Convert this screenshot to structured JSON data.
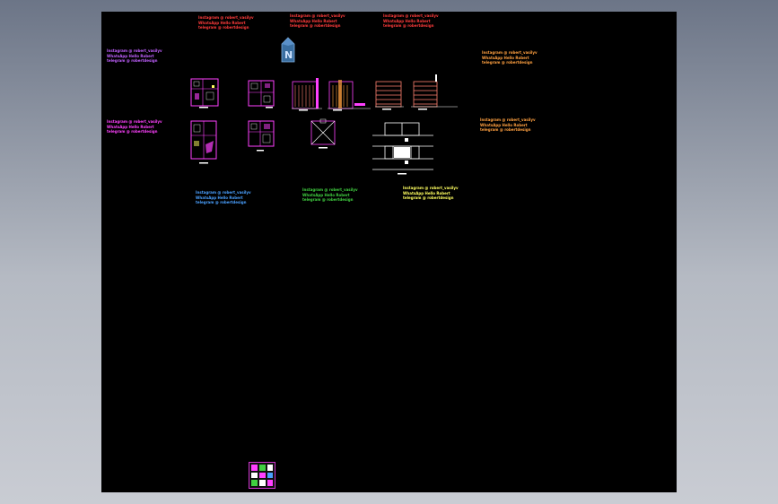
{
  "colors": {
    "background": "#7a8294",
    "canvas": "#000000",
    "red": "#ff3b3b",
    "violet": "#c060ff",
    "magenta": "#ff40ff",
    "orange": "#ffa040",
    "blue": "#4aa0ff",
    "green": "#40d040",
    "yellow": "#ffff60",
    "white": "#ffffff",
    "salmon": "#ff8070"
  },
  "notes": [
    {
      "id": "red-1",
      "color": "red",
      "lines": [
        "Instagram  @ robert_vasilyv",
        "WhatsApp  Hello Robert",
        "telegram  @ robertdesign"
      ]
    },
    {
      "id": "red-2",
      "color": "red",
      "lines": [
        "Instagram  @ robert_vasilyv",
        "WhatsApp  Hello Robert",
        "telegram  @ robertdesign"
      ]
    },
    {
      "id": "red-3",
      "color": "red",
      "lines": [
        "Instagram  @ robert_vasilyv",
        "WhatsApp  Hello Robert",
        "telegram  @ robertdesign"
      ]
    },
    {
      "id": "violet-1",
      "color": "violet",
      "lines": [
        "Instagram  @ robert_vasilyv",
        "WhatsApp  Hello Robert",
        "telegram  @ robertdesign"
      ]
    },
    {
      "id": "orange-1",
      "color": "orange",
      "lines": [
        "Instagram  @ robert_vasilyv",
        "WhatsApp  Hello Robert",
        "telegram  @ robertdesign"
      ]
    },
    {
      "id": "magenta-1",
      "color": "magenta",
      "lines": [
        "Instagram  @ robert_vasilyv",
        "WhatsApp  Hello Robert",
        "telegram  @ robertdesign"
      ]
    },
    {
      "id": "orange-2",
      "color": "orange",
      "lines": [
        "Instagram  @ robert_vasilyv",
        "WhatsApp  Hello Robert",
        "telegram  @ robertdesign"
      ]
    },
    {
      "id": "blue-1",
      "color": "blue",
      "lines": [
        "Instagram  @ robert_vasilyv",
        "WhatsApp  Hello Robert",
        "telegram  @ robertdesign"
      ]
    },
    {
      "id": "green-1",
      "color": "green",
      "lines": [
        "Instagram  @ robert_vasilyv",
        "WhatsApp  Hello Robert",
        "telegram  @ robertdesign"
      ]
    },
    {
      "id": "yellow-1",
      "color": "yellow",
      "lines": [
        "Instagram  @ robert_vasilyv",
        "WhatsApp  Hello Robert",
        "telegram  @ robertdesign"
      ]
    }
  ],
  "icons": {
    "logo": "logo-icon"
  }
}
